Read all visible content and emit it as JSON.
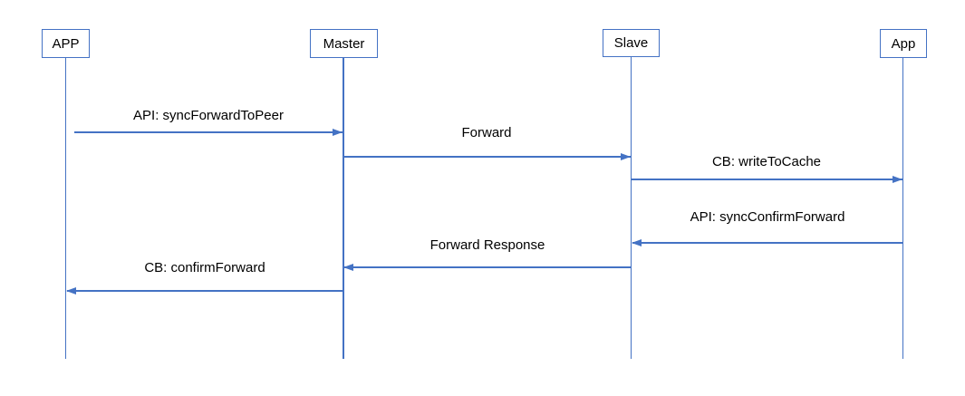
{
  "diagram": {
    "type": "sequence-diagram",
    "accent_color": "#4472C4",
    "text_color": "#000000",
    "actors": [
      {
        "label": "APP"
      },
      {
        "label": "Master"
      },
      {
        "label": "Slave"
      },
      {
        "label": "App"
      }
    ],
    "messages": [
      {
        "label": "API: syncForwardToPeer",
        "from": "APP",
        "to": "Master",
        "direction": "right"
      },
      {
        "label": "Forward",
        "from": "Master",
        "to": "Slave",
        "direction": "right"
      },
      {
        "label": "CB: writeToCache",
        "from": "Slave",
        "to": "App",
        "direction": "right"
      },
      {
        "label": "API: syncConfirmForward",
        "from": "App",
        "to": "Slave",
        "direction": "left"
      },
      {
        "label": "Forward Response",
        "from": "Slave",
        "to": "Master",
        "direction": "left"
      },
      {
        "label": "CB: confirmForward",
        "from": "Master",
        "to": "APP",
        "direction": "left"
      }
    ]
  }
}
